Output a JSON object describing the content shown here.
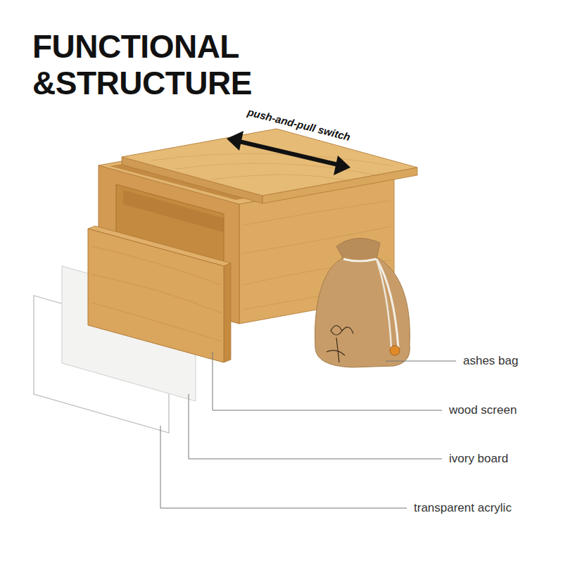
{
  "diagram": {
    "title": "FUNCTIONAL &STRUCTURE",
    "labels": [
      "push-and-pull switch",
      "ashes bag",
      "wood screen",
      "ivory board",
      "transparent acrylic"
    ]
  }
}
